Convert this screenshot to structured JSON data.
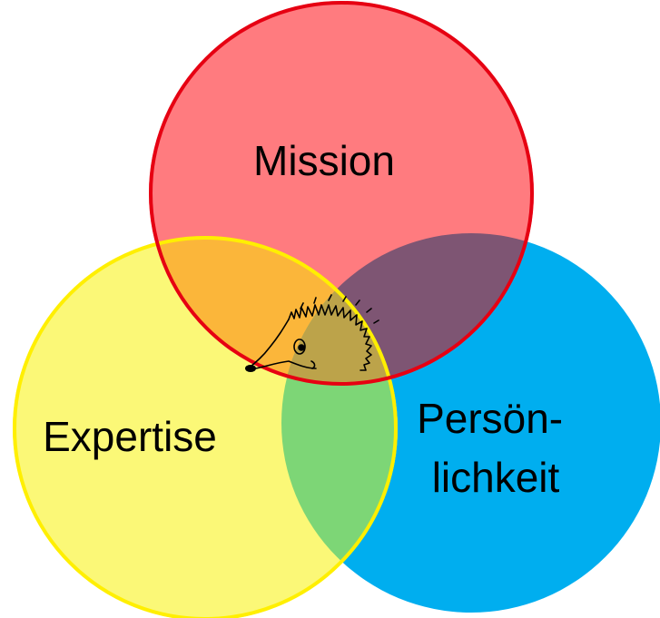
{
  "diagram": {
    "type": "venn-3",
    "circles": [
      {
        "id": "mission",
        "label_lines": [
          "Mission"
        ],
        "fill": "#ff7b7f",
        "stroke": "#e60012"
      },
      {
        "id": "expertise",
        "label_lines": [
          "Expertise"
        ],
        "fill": "#fbf877",
        "stroke": "#ffef00"
      },
      {
        "id": "persoenlichkeit",
        "label_lines": [
          "Persön-",
          "lichkeit"
        ],
        "fill": "#00aeef",
        "stroke": "#00aeef"
      }
    ],
    "overlaps": {
      "mission_expertise": "#fbb63a",
      "mission_persoenlichkeit": "#7e5573",
      "expertise_persoenlichkeit": "#7dd676",
      "center": "#bca34a"
    },
    "center_icon": "hedgehog-icon"
  }
}
